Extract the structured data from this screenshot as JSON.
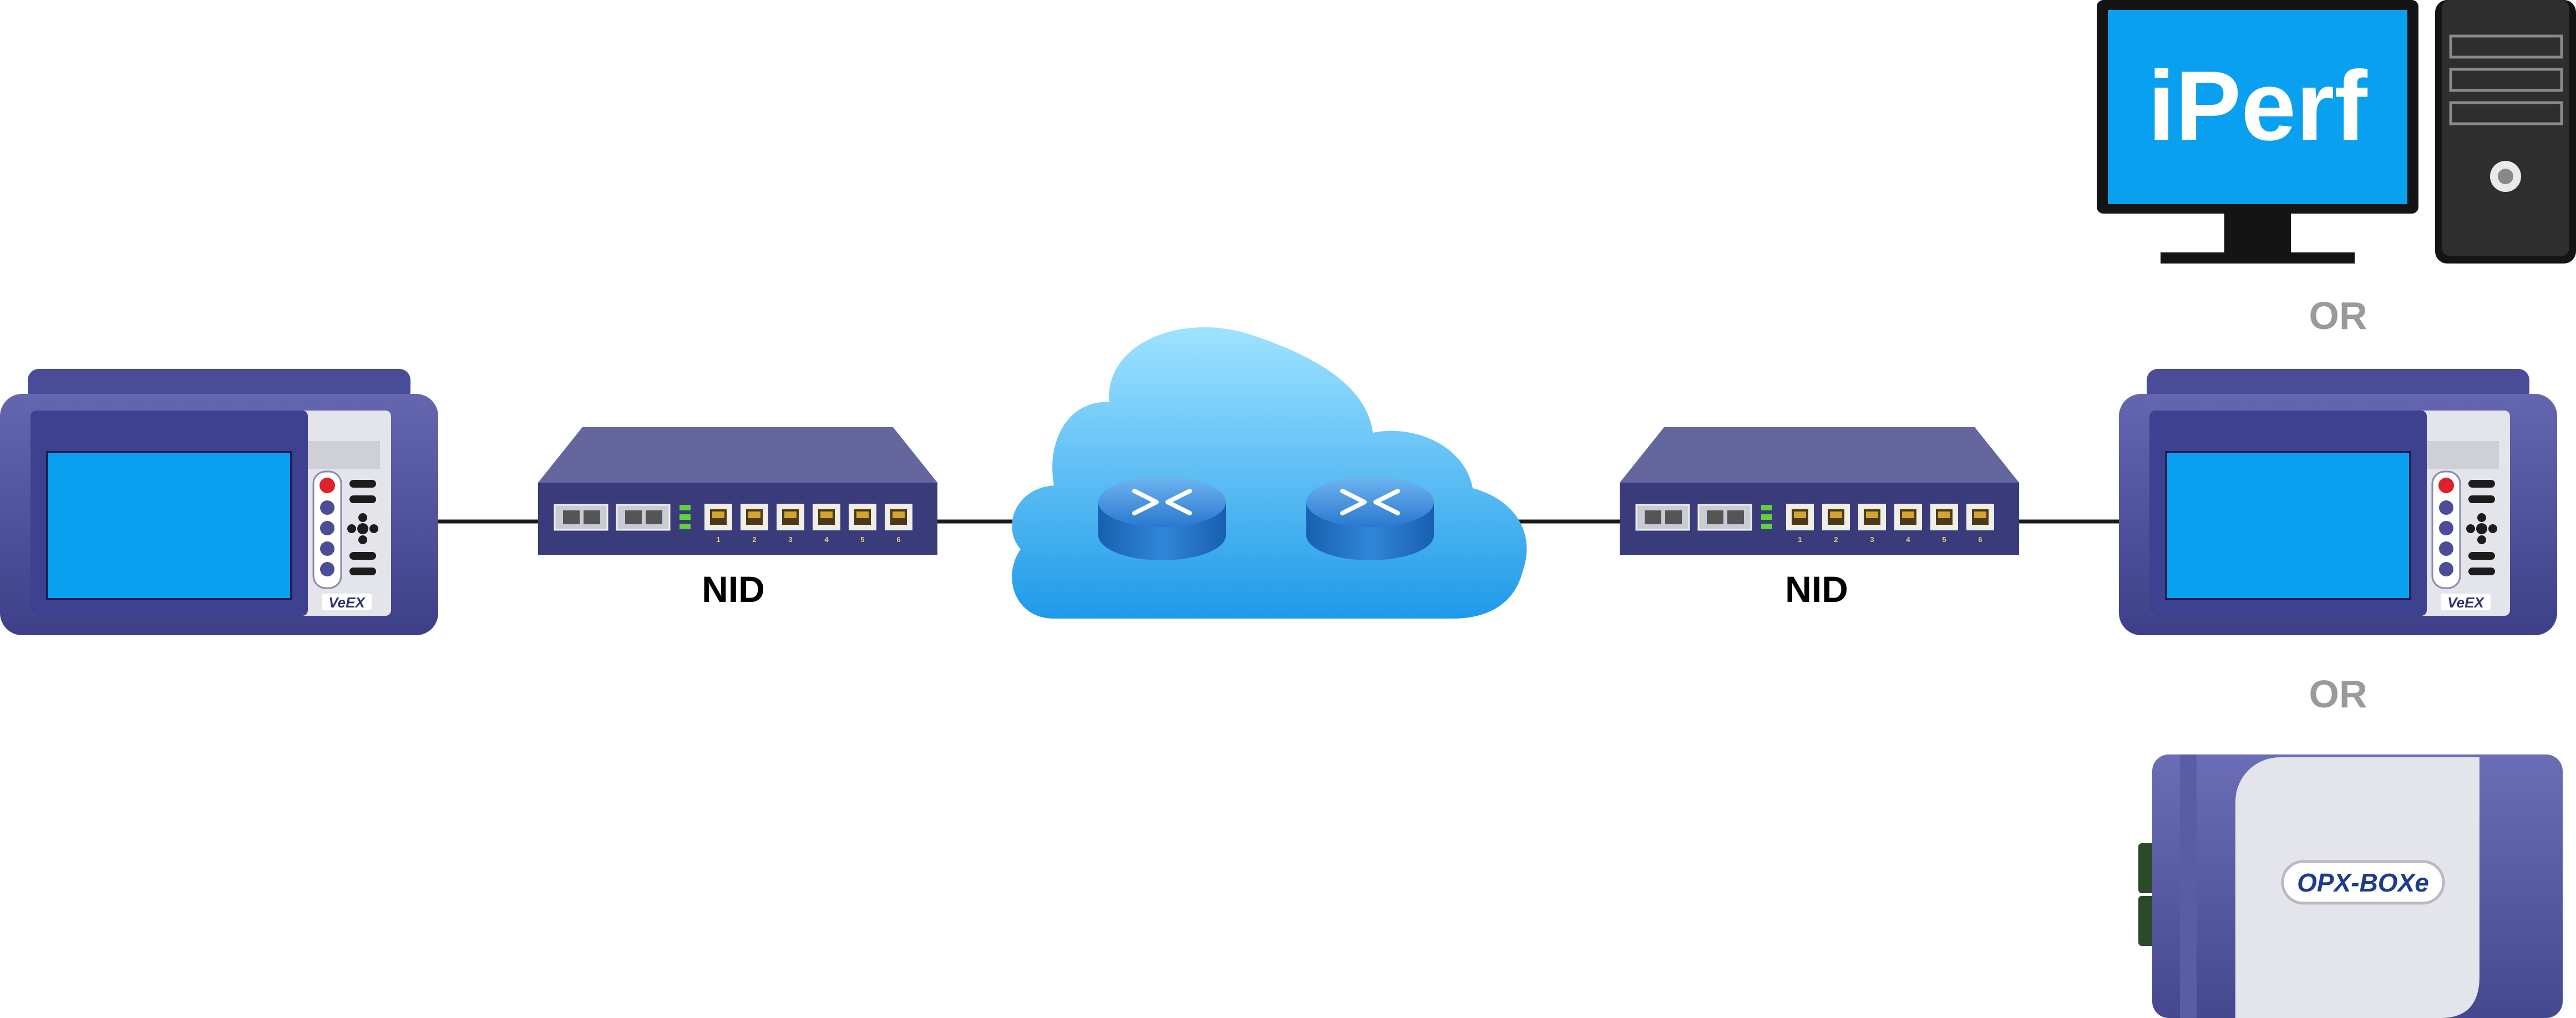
{
  "labels": {
    "nid_left": "NID",
    "nid_right": "NID",
    "or_top": "OR",
    "or_bottom": "OR",
    "iperf": "iPerf",
    "opx": "OPX-BOXe",
    "brand_left": "VeEX",
    "brand_right": "VeEX",
    "port_numbers": [
      "1",
      "2",
      "3",
      "4",
      "5",
      "6"
    ]
  },
  "colors": {
    "device_purple": "#4b4d96",
    "device_purple_dark": "#2f3170",
    "screen_blue": "#0aa0f0",
    "nid_body": "#3a3b7a",
    "nid_top": "#66679f",
    "cloud_light": "#8fdcff",
    "cloud_dark": "#2aa6ee",
    "router": "#2b7fd0",
    "or_gray": "#9a9a9a",
    "link_line": "#1a1a1a",
    "led_green": "#5fd23c",
    "led_red": "#e0202a"
  },
  "icons": {
    "left_tester": "handheld-tester-icon",
    "right_tester": "handheld-tester-icon",
    "nid": "network-switch-icon",
    "cloud": "cloud-icon",
    "router": "router-icon",
    "pc": "desktop-computer-icon",
    "opx": "opx-box-device-icon"
  }
}
